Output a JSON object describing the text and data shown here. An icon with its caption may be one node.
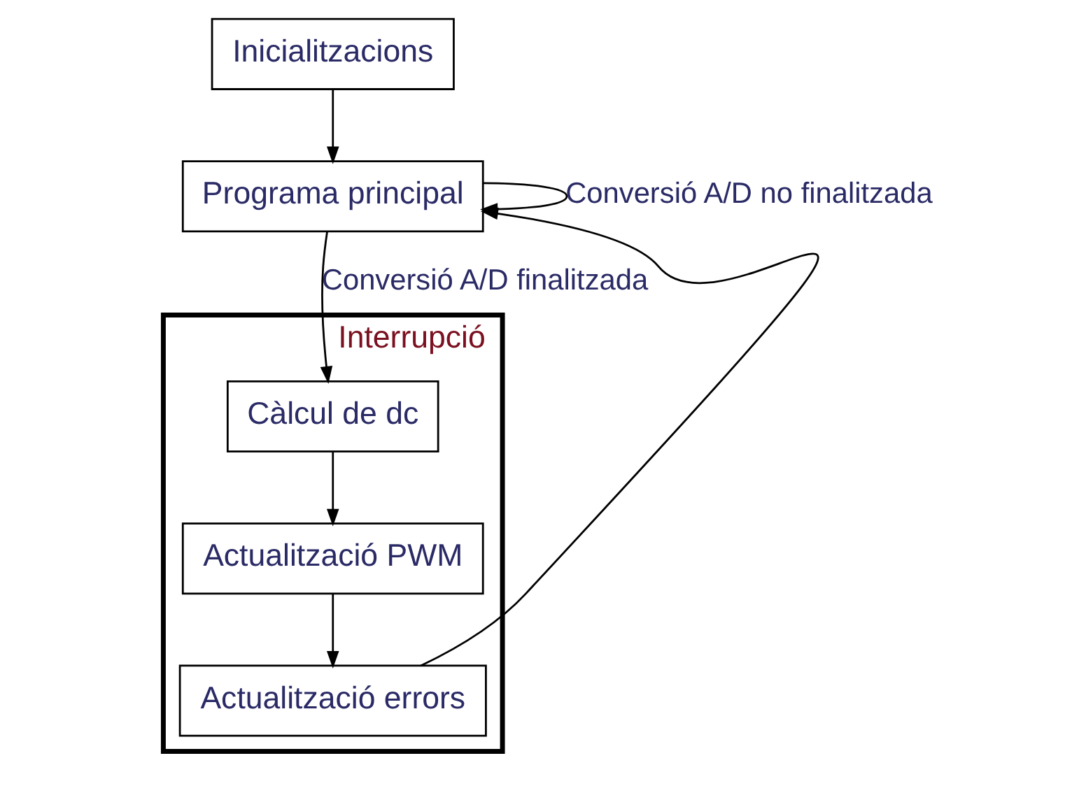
{
  "diagram": {
    "nodes": [
      {
        "text": [
          "Inicialitzacions"
        ]
      },
      {
        "text": [
          "Programa principal"
        ]
      },
      {
        "text": [
          "Interrupció"
        ]
      },
      {
        "text": [
          "Càlcul de dc"
        ],
        "in": 2
      },
      {
        "text": [
          "Actualització PWM"
        ],
        "in": 2
      },
      {
        "text": [
          "Actualització errors"
        ],
        "in": 2
      }
    ],
    "edges": [
      {
        "from": 0,
        "to": 1,
        "arrow": "to"
      },
      {
        "from": 1,
        "to": 1,
        "arrow": "to",
        "label": "Conversió A/D no finalitzada"
      },
      {
        "from": 1,
        "to": 3,
        "arrow": "to",
        "label": "Conversió A/D finalitzada"
      },
      {
        "from": 3,
        "to": 4,
        "arrow": "to"
      },
      {
        "from": 4,
        "to": 5,
        "arrow": "to"
      },
      {
        "from": 5,
        "to": 1,
        "arrow": "to"
      }
    ]
  }
}
